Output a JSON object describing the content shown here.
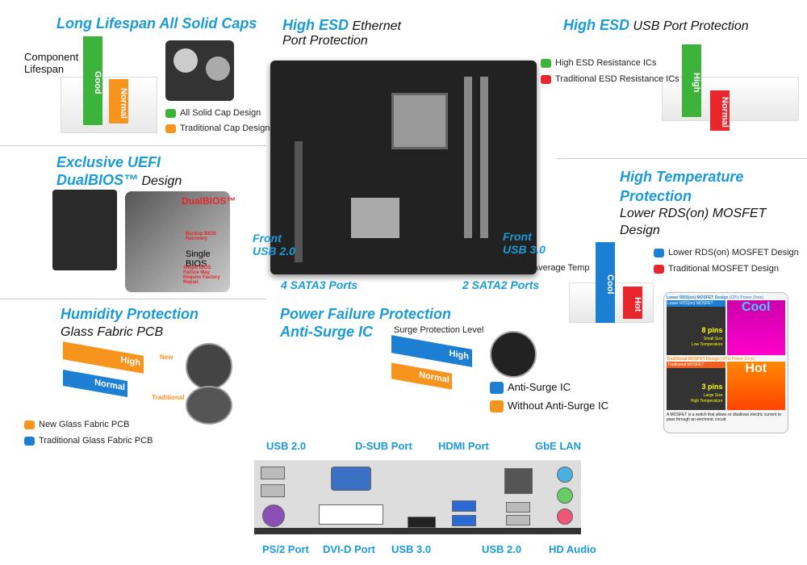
{
  "lifespan": {
    "title": "Long Lifespan All Solid Caps",
    "axis": "Component Lifespan",
    "bar_good": "Good",
    "bar_normal": "Normal",
    "legend": [
      "All Solid Cap Design",
      "Traditional Cap Design"
    ]
  },
  "esd_eth": {
    "title_bold": "High ESD",
    "title_rest": "Ethernet",
    "line2": "Port Protection"
  },
  "esd_usb": {
    "title_bold": "High ESD",
    "title_rest": "USB Port Protection",
    "legend": [
      "High ESD Resistance ICs",
      "Traditional ESD Resistance ICs"
    ],
    "bar_high": "High",
    "bar_normal": "Normal"
  },
  "uefi": {
    "line1": "Exclusive UEFI",
    "line2_bold": "DualBIOS™",
    "line2_rest": "Design",
    "dualbios": "DualBIOS™",
    "backup": "Backup BIOS Recovery",
    "single": "Single BIOS",
    "single_note": "Single BIOS Failure May Require Factory Repair."
  },
  "temp": {
    "line1": "High Temperature",
    "line2": "Protection",
    "sub1": "Lower RDS(on) MOSFET",
    "sub2": "Design",
    "axis": "Average Temp",
    "bar_cool": "Cool",
    "bar_hot": "Hot",
    "legend": [
      "Lower RDS(on) MOSFET Design",
      "Traditional MOSFET Design"
    ]
  },
  "mosfet_panel": {
    "top_title": "Lower RDS(on) MOSFET Design",
    "zone": "(CPU Power Zone)",
    "top_tag": "Lower RDS(on) MOSFET",
    "cool": "Cool",
    "pins8": "8 pins",
    "small": "Small Size",
    "low": "Low Temperature",
    "bottom_title": "Traditional MOSFET Design",
    "bottom_tag": "Traditional MOSFET",
    "hot": "Hot",
    "pins3": "3 pins",
    "large": "Large Size",
    "high": "High Temperature",
    "note": "A MOSFET is a switch that allows or disallows electric current to pass through an electronic circuit."
  },
  "board": {
    "front_usb2": "Front USB 2.0",
    "sata3": "4  SATA3 Ports",
    "front_usb3": "Front USB 3.0",
    "sata2": "2 SATA2 Ports"
  },
  "humidity": {
    "title": "Humidity Protection",
    "sub": "Glass Fabric PCB",
    "high": "High",
    "normal": "Normal",
    "new": "New",
    "traditional": "Traditional",
    "legend": [
      "New Glass Fabric PCB",
      "Traditional Glass Fabric PCB"
    ]
  },
  "surge": {
    "line1": "Power Failure Protection",
    "line2": "Anti-Surge IC",
    "axis": "Surge Protection Level",
    "high": "High",
    "normal": "Normal",
    "legend": [
      "Anti-Surge IC",
      "Without Anti-Surge IC"
    ]
  },
  "io": {
    "top": [
      "USB 2.0",
      "D-SUB Port",
      "HDMI Port",
      "GbE LAN"
    ],
    "bottom": [
      "PS/2 Port",
      "DVI-D Port",
      "USB 3.0",
      "USB 2.0",
      "HD Audio"
    ]
  },
  "colors": {
    "accent": "#1a9ad6",
    "green": "#3cb43c",
    "orange": "#f7941d",
    "red": "#e8262b",
    "blue": "#1d7fd1"
  }
}
